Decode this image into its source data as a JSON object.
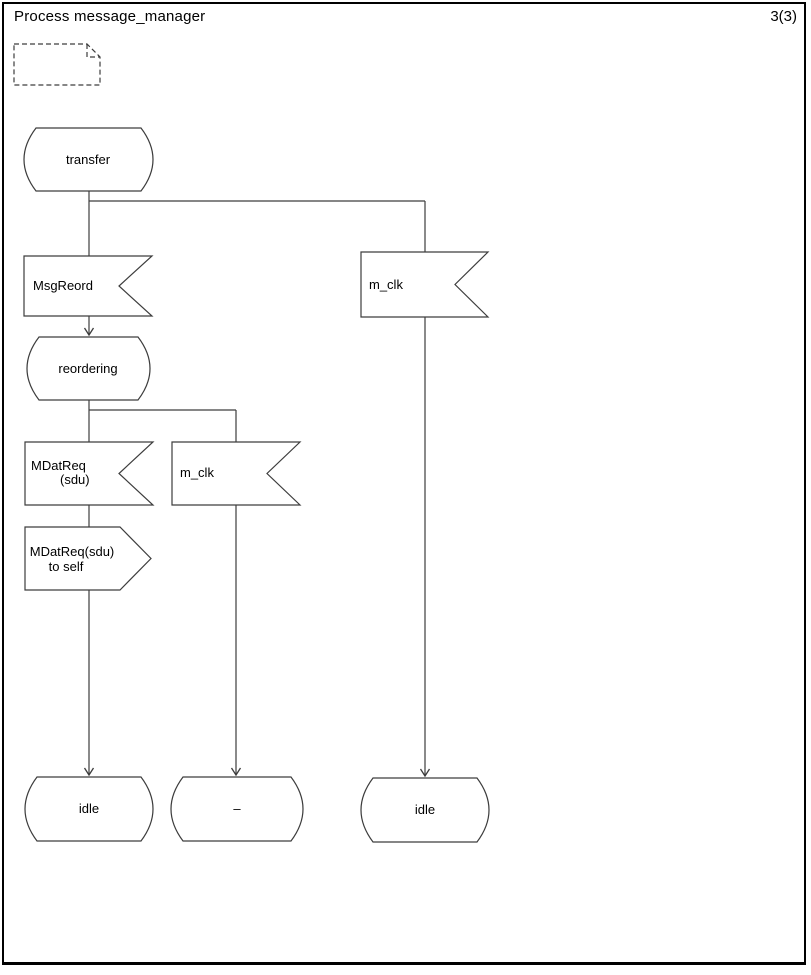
{
  "header": {
    "title": "Process message_manager",
    "page_number": "3(3)"
  },
  "diagram": {
    "kind": "SDL process flowchart page",
    "text_symbol": {
      "description": "empty dashed text symbol with folded corner",
      "label": ""
    },
    "nodes": {
      "transfer": {
        "type": "state",
        "label": "transfer"
      },
      "msg_reord": {
        "type": "input-signal",
        "label": "MsgReord"
      },
      "m_clk_right": {
        "type": "input-signal",
        "label": "m_clk"
      },
      "reordering": {
        "type": "state",
        "label": "reordering"
      },
      "mdat_req": {
        "type": "input-signal",
        "label_line1": "MDatReq",
        "label_line2": "(sdu)"
      },
      "m_clk_mid": {
        "type": "input-signal",
        "label": "m_clk"
      },
      "mdat_req_to_self": {
        "type": "output-signal",
        "label_line1": "MDatReq(sdu)",
        "label_line2": "to self"
      },
      "idle_left": {
        "type": "state",
        "label": "idle"
      },
      "same_state": {
        "type": "state",
        "label": "–"
      },
      "idle_right": {
        "type": "state",
        "label": "idle"
      }
    },
    "colors": {
      "page_background": "#ffffff",
      "frame_border": "#000000",
      "line": "#3d3d3d",
      "text": "#000000"
    }
  }
}
